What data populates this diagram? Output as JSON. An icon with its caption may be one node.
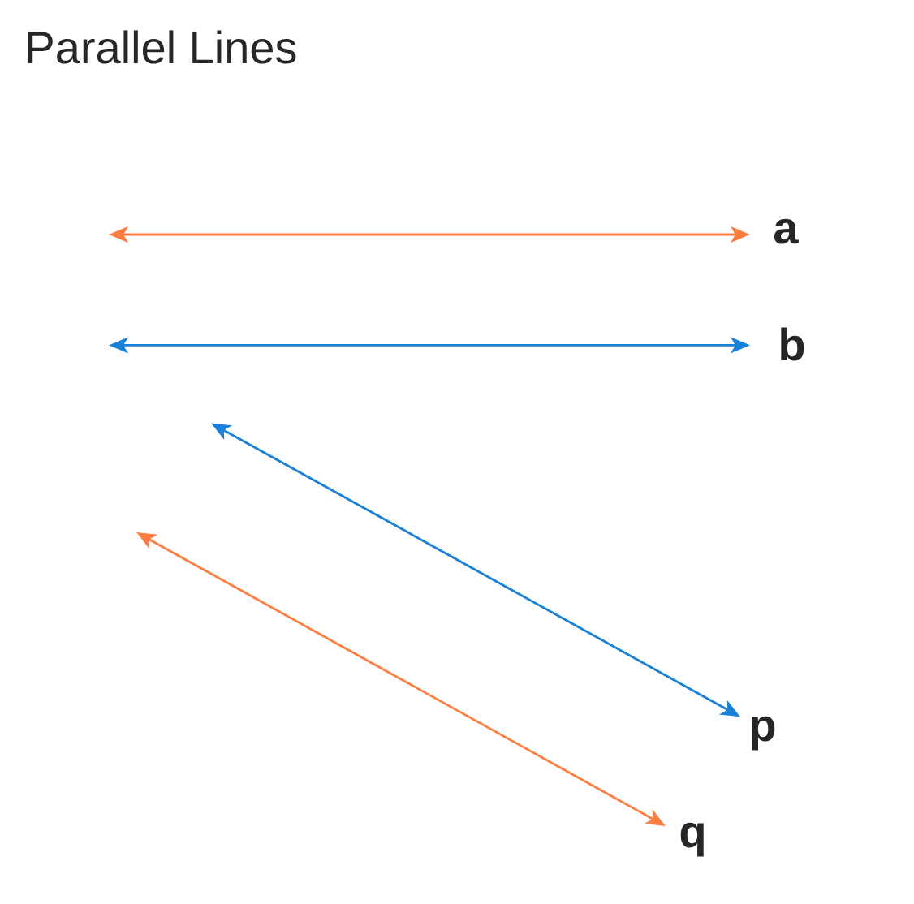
{
  "diagram": {
    "title": "Parallel Lines",
    "labels": [
      "a",
      "b",
      "p",
      "q"
    ]
  }
}
